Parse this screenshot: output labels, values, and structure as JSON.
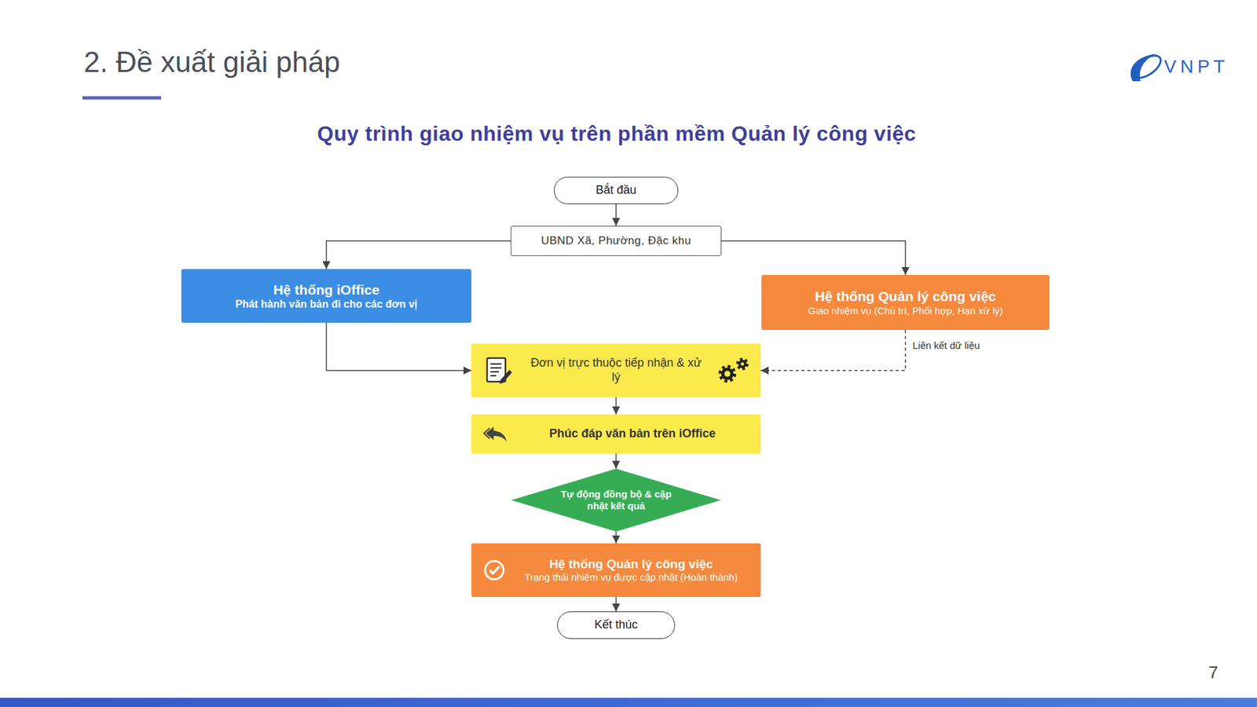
{
  "diagram": {
    "title": "Quy trình giao nhiệm vụ trên phần mềm Quản lý công việc",
    "nodes": [
      {
        "text": [
          "Bắt đầu"
        ]
      },
      {
        "text": [
          "UBND Xã, Phường, Đặc khu"
        ]
      },
      {
        "text": [
          "Hệ thống iOffice",
          "Phát hành văn bản đi cho các đơn vị"
        ]
      },
      {
        "text": [
          "Hệ thống Quản lý công việc",
          "Giao nhiệm vụ (Chủ trì, Phối hợp, Hạn xử lý)"
        ]
      },
      {
        "text": [
          "Đơn vị trực thuộc tiếp nhận & xử lý"
        ]
      },
      {
        "text": [
          "Phúc đáp văn bản trên iOffice"
        ]
      },
      {
        "text": [
          "Tự động đồng bộ & cập nhật kết quả"
        ]
      },
      {
        "text": [
          "Hệ thống Quản lý công việc",
          "Trạng thái nhiệm vụ được cập nhật (Hoàn thành)"
        ]
      },
      {
        "text": [
          "Kết thúc"
        ]
      }
    ],
    "edges": [
      {
        "from": 0,
        "to": 1,
        "arrow": "to"
      },
      {
        "from": 1,
        "to": 2,
        "arrow": "to"
      },
      {
        "from": 1,
        "to": 3,
        "arrow": "to"
      },
      {
        "from": 2,
        "to": 4,
        "arrow": "to"
      },
      {
        "from": 3,
        "to": 4,
        "label": "Liên kết dữ liệu",
        "arrow": "to"
      },
      {
        "from": 4,
        "to": 5,
        "arrow": "to"
      },
      {
        "from": 5,
        "to": 6,
        "arrow": "to"
      },
      {
        "from": 6,
        "to": 7,
        "arrow": "to"
      },
      {
        "from": 7,
        "to": 8,
        "arrow": "to"
      }
    ],
    "labels": [
      "2. Đề xuất giải pháp",
      "VNPT",
      "7"
    ]
  }
}
